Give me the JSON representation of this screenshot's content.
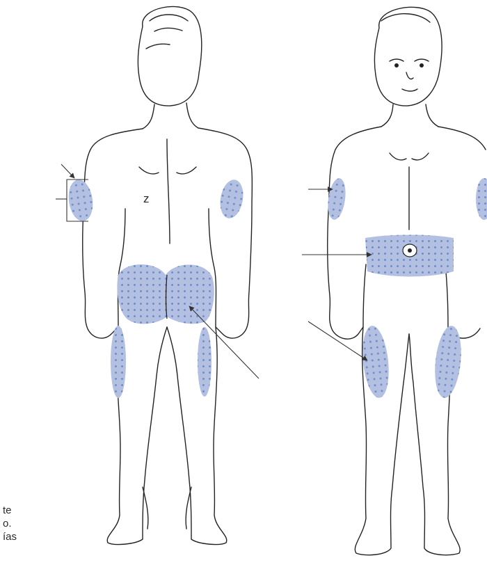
{
  "figure": {
    "labels": {
      "arm_label": "z",
      "note_line1": "te",
      "note_line2": "o.",
      "note_line3": "ías"
    },
    "colors": {
      "outline": "#222222",
      "zone_fill": "#b4c0e2",
      "zone_dots": "#6f8fc9",
      "background": "#ffffff"
    },
    "views": [
      "back-view",
      "front-view"
    ]
  }
}
